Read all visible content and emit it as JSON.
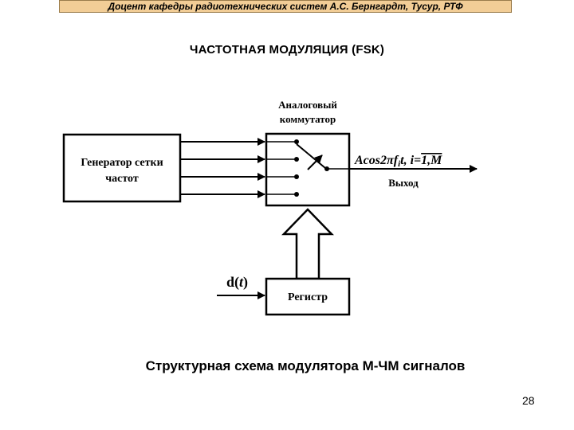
{
  "header": {
    "text": "Доцент кафедры радиотехнических систем А.С. Бернгардт,  Тусур, РТФ"
  },
  "slide": {
    "title": "ЧАСТОТНАЯ МОДУЛЯЦИЯ (FSK)"
  },
  "diagram": {
    "generator": {
      "line1": "Генератор сетки",
      "line2": "частот"
    },
    "switch": {
      "line1": "Аналоговый",
      "line2": "коммутатор"
    },
    "output": {
      "formula_main": "Acos2πf",
      "formula_sub": "i",
      "formula_rest": "t, i=",
      "formula_tail": "1,M",
      "label": "Выход"
    },
    "input": {
      "main": "d(",
      "var": "t",
      "close": ")"
    },
    "register": {
      "label": "Регистр"
    }
  },
  "caption": "Структурная схема модулятора М-ЧМ сигналов",
  "page_number": "28"
}
